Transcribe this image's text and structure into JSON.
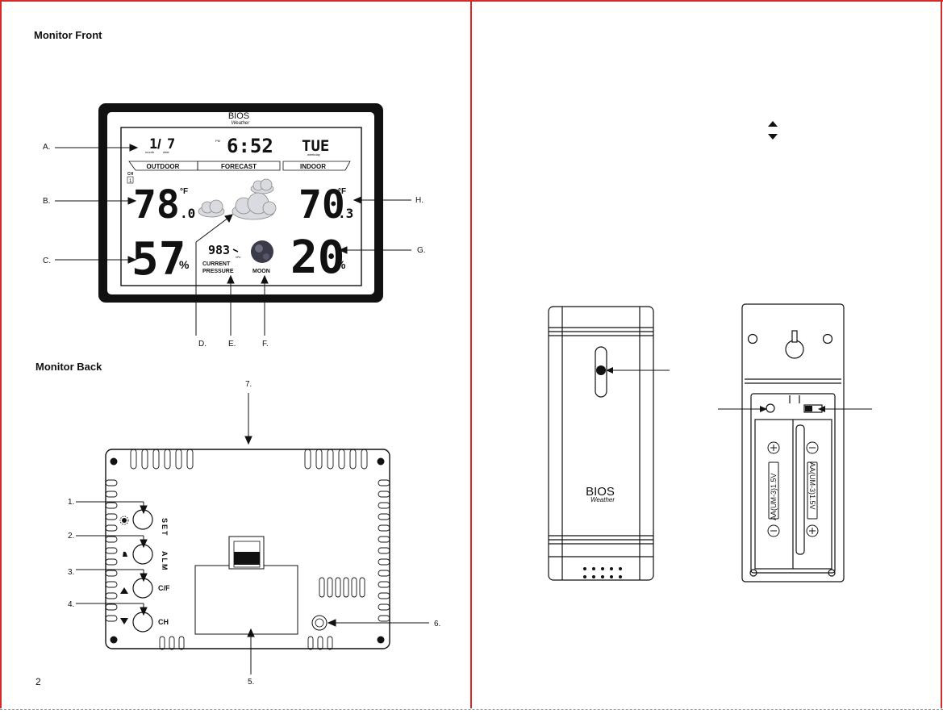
{
  "page": {
    "headings": {
      "front": "Monitor Front",
      "back": "Monitor Back"
    },
    "page_number": "2"
  },
  "front_display": {
    "brand": {
      "name": "BIOS",
      "script": "Weather"
    },
    "date": {
      "month": "1",
      "day": "7",
      "month_label": "month",
      "day_label": "date"
    },
    "time": {
      "ampm": "PM",
      "value": "6:52"
    },
    "weekday": {
      "value": "TUE",
      "label": "weekday"
    },
    "tabs": {
      "outdoor": "OUTDOOR",
      "forecast": "FORECAST",
      "indoor": "INDOOR"
    },
    "channel": {
      "label": "CH",
      "value": "1"
    },
    "outdoor": {
      "temp_int": "78",
      "temp_dec": ".0",
      "unit": "°F",
      "humidity": "57",
      "humidity_unit": "%"
    },
    "indoor": {
      "temp_int": "70",
      "temp_dec": ".3",
      "unit": "°F",
      "humidity": "20",
      "humidity_unit": "%"
    },
    "pressure": {
      "value": "983",
      "unit": "hPa",
      "label_line1": "CURRENT",
      "label_line2": "PRESSURE"
    },
    "moon": {
      "label": "MOON"
    }
  },
  "front_callouts": {
    "a": "A.",
    "b": "B.",
    "c": "C.",
    "d": "D.",
    "e": "E.",
    "f": "F.",
    "g": "G.",
    "h": "H."
  },
  "back_panel": {
    "buttons": [
      {
        "label": "SET",
        "callout": "1."
      },
      {
        "label": "ALM",
        "callout": "2."
      },
      {
        "label": "C/F",
        "callout": "3."
      },
      {
        "label": "CH",
        "callout": "4."
      }
    ],
    "callouts": {
      "stand": "5.",
      "adapter": "6.",
      "hanger": "7."
    }
  },
  "sensor": {
    "brand": {
      "name": "BIOS",
      "script": "Weather"
    },
    "batteries": [
      {
        "label": "AA(UM-3)1.5V"
      },
      {
        "label": "AA(UM-3)1.5V"
      }
    ]
  }
}
